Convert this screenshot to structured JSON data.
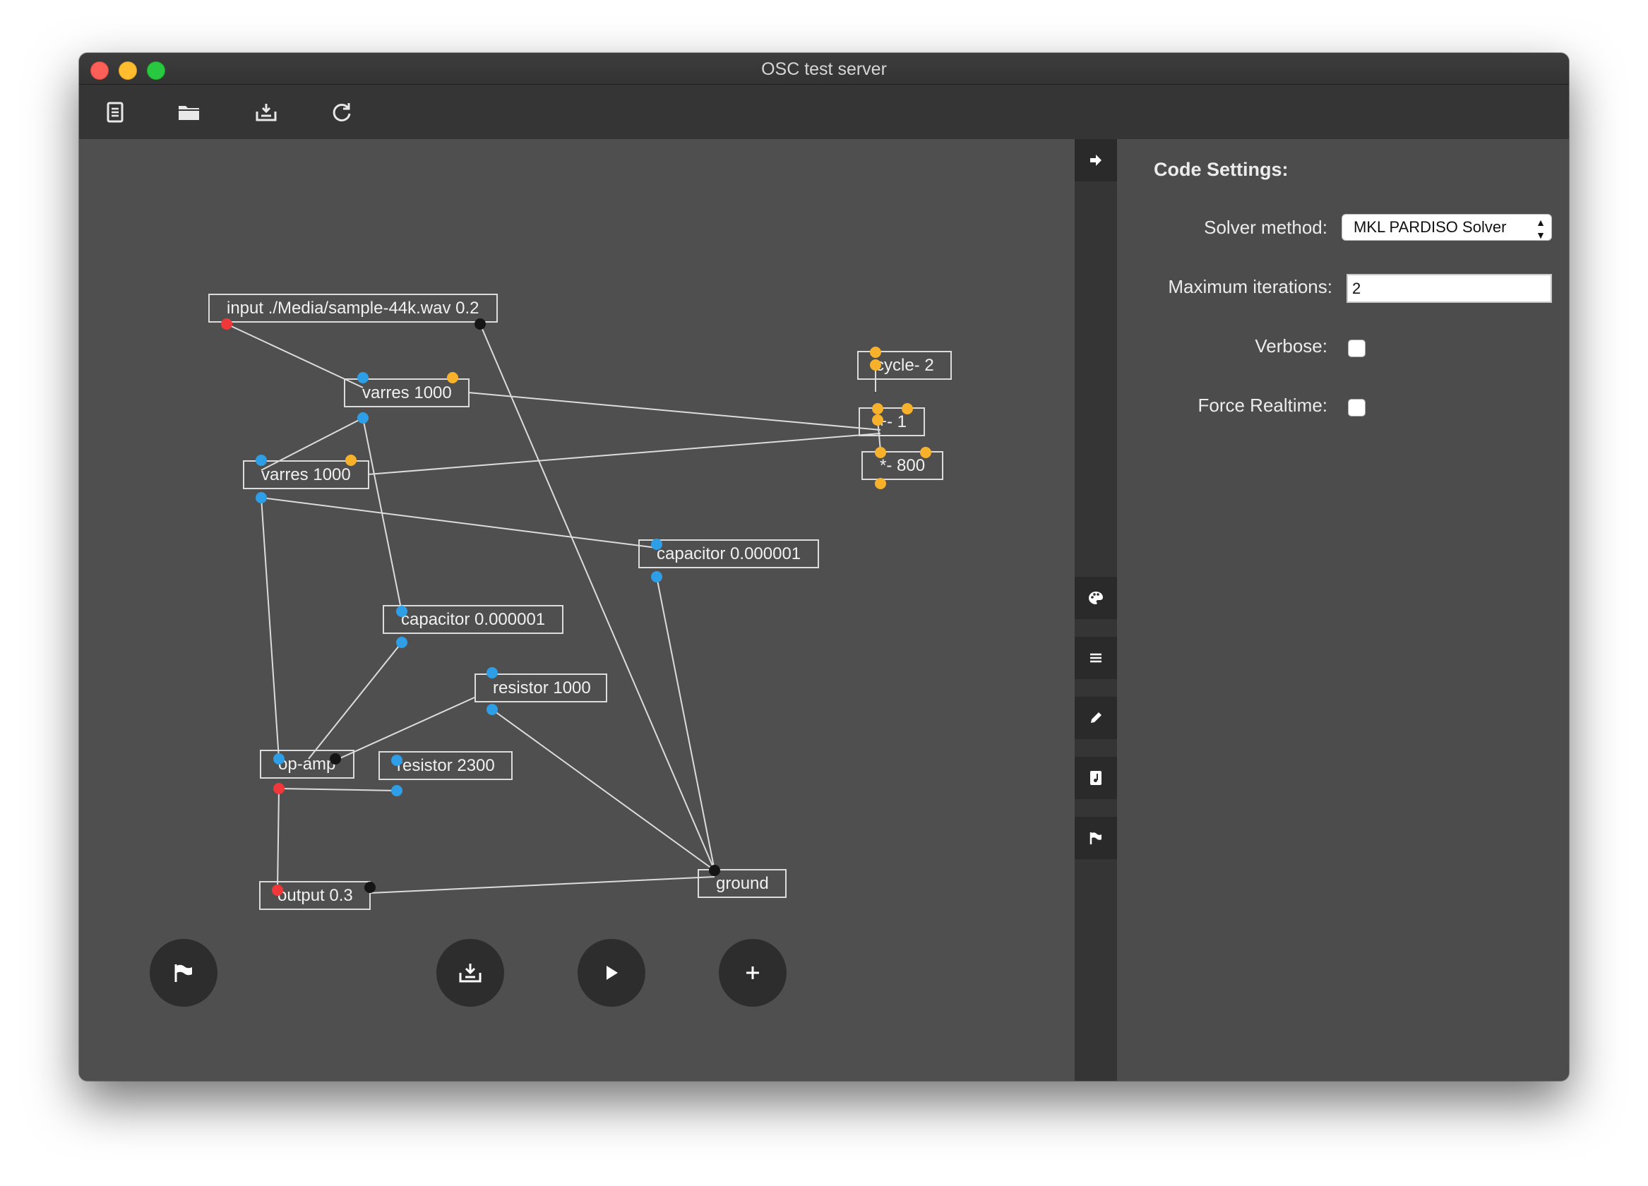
{
  "window": {
    "title": "OSC test server"
  },
  "toolbar": {
    "items": [
      {
        "name": "new-document-icon"
      },
      {
        "name": "open-folder-icon"
      },
      {
        "name": "save-icon"
      },
      {
        "name": "reload-icon"
      }
    ]
  },
  "graph": {
    "nodes": [
      {
        "id": "input",
        "label": "input ./Media/sample-44k.wav 0.2"
      },
      {
        "id": "varres1",
        "label": "varres 1000"
      },
      {
        "id": "varres2",
        "label": "varres 1000"
      },
      {
        "id": "capacitor1",
        "label": "capacitor 0.000001"
      },
      {
        "id": "capacitor2",
        "label": "capacitor 0.000001"
      },
      {
        "id": "resistor1000",
        "label": "resistor 1000"
      },
      {
        "id": "opamp",
        "label": "op-amp"
      },
      {
        "id": "resistor2300",
        "label": "resistor 2300"
      },
      {
        "id": "output",
        "label": "output 0.3"
      },
      {
        "id": "ground",
        "label": "ground"
      },
      {
        "id": "cycle",
        "label": "cycle- 2"
      },
      {
        "id": "plus",
        "label": "+- 1"
      },
      {
        "id": "times",
        "label": "*- 800"
      }
    ]
  },
  "canvas_actions": [
    {
      "name": "flag-button-icon"
    },
    {
      "name": "download-button-icon"
    },
    {
      "name": "play-button-icon"
    },
    {
      "name": "add-button-icon"
    }
  ],
  "sidebar": {
    "items": [
      {
        "name": "collapse-arrow-icon"
      },
      {
        "name": "palette-icon"
      },
      {
        "name": "list-icon"
      },
      {
        "name": "pencil-icon"
      },
      {
        "name": "music-file-icon"
      },
      {
        "name": "flag-icon"
      }
    ]
  },
  "settings": {
    "title": "Code Settings:",
    "solver_label": "Solver method:",
    "solver_value": "MKL PARDISO Solver",
    "max_iter_label": "Maximum iterations:",
    "max_iter_value": "2",
    "verbose_label": "Verbose:",
    "verbose_checked": false,
    "realtime_label": "Force Realtime:",
    "realtime_checked": false
  },
  "colors": {
    "port_blue": "#2e9ee6",
    "port_orange": "#f7b12a",
    "port_red": "#f0383a",
    "port_black": "#151515"
  }
}
